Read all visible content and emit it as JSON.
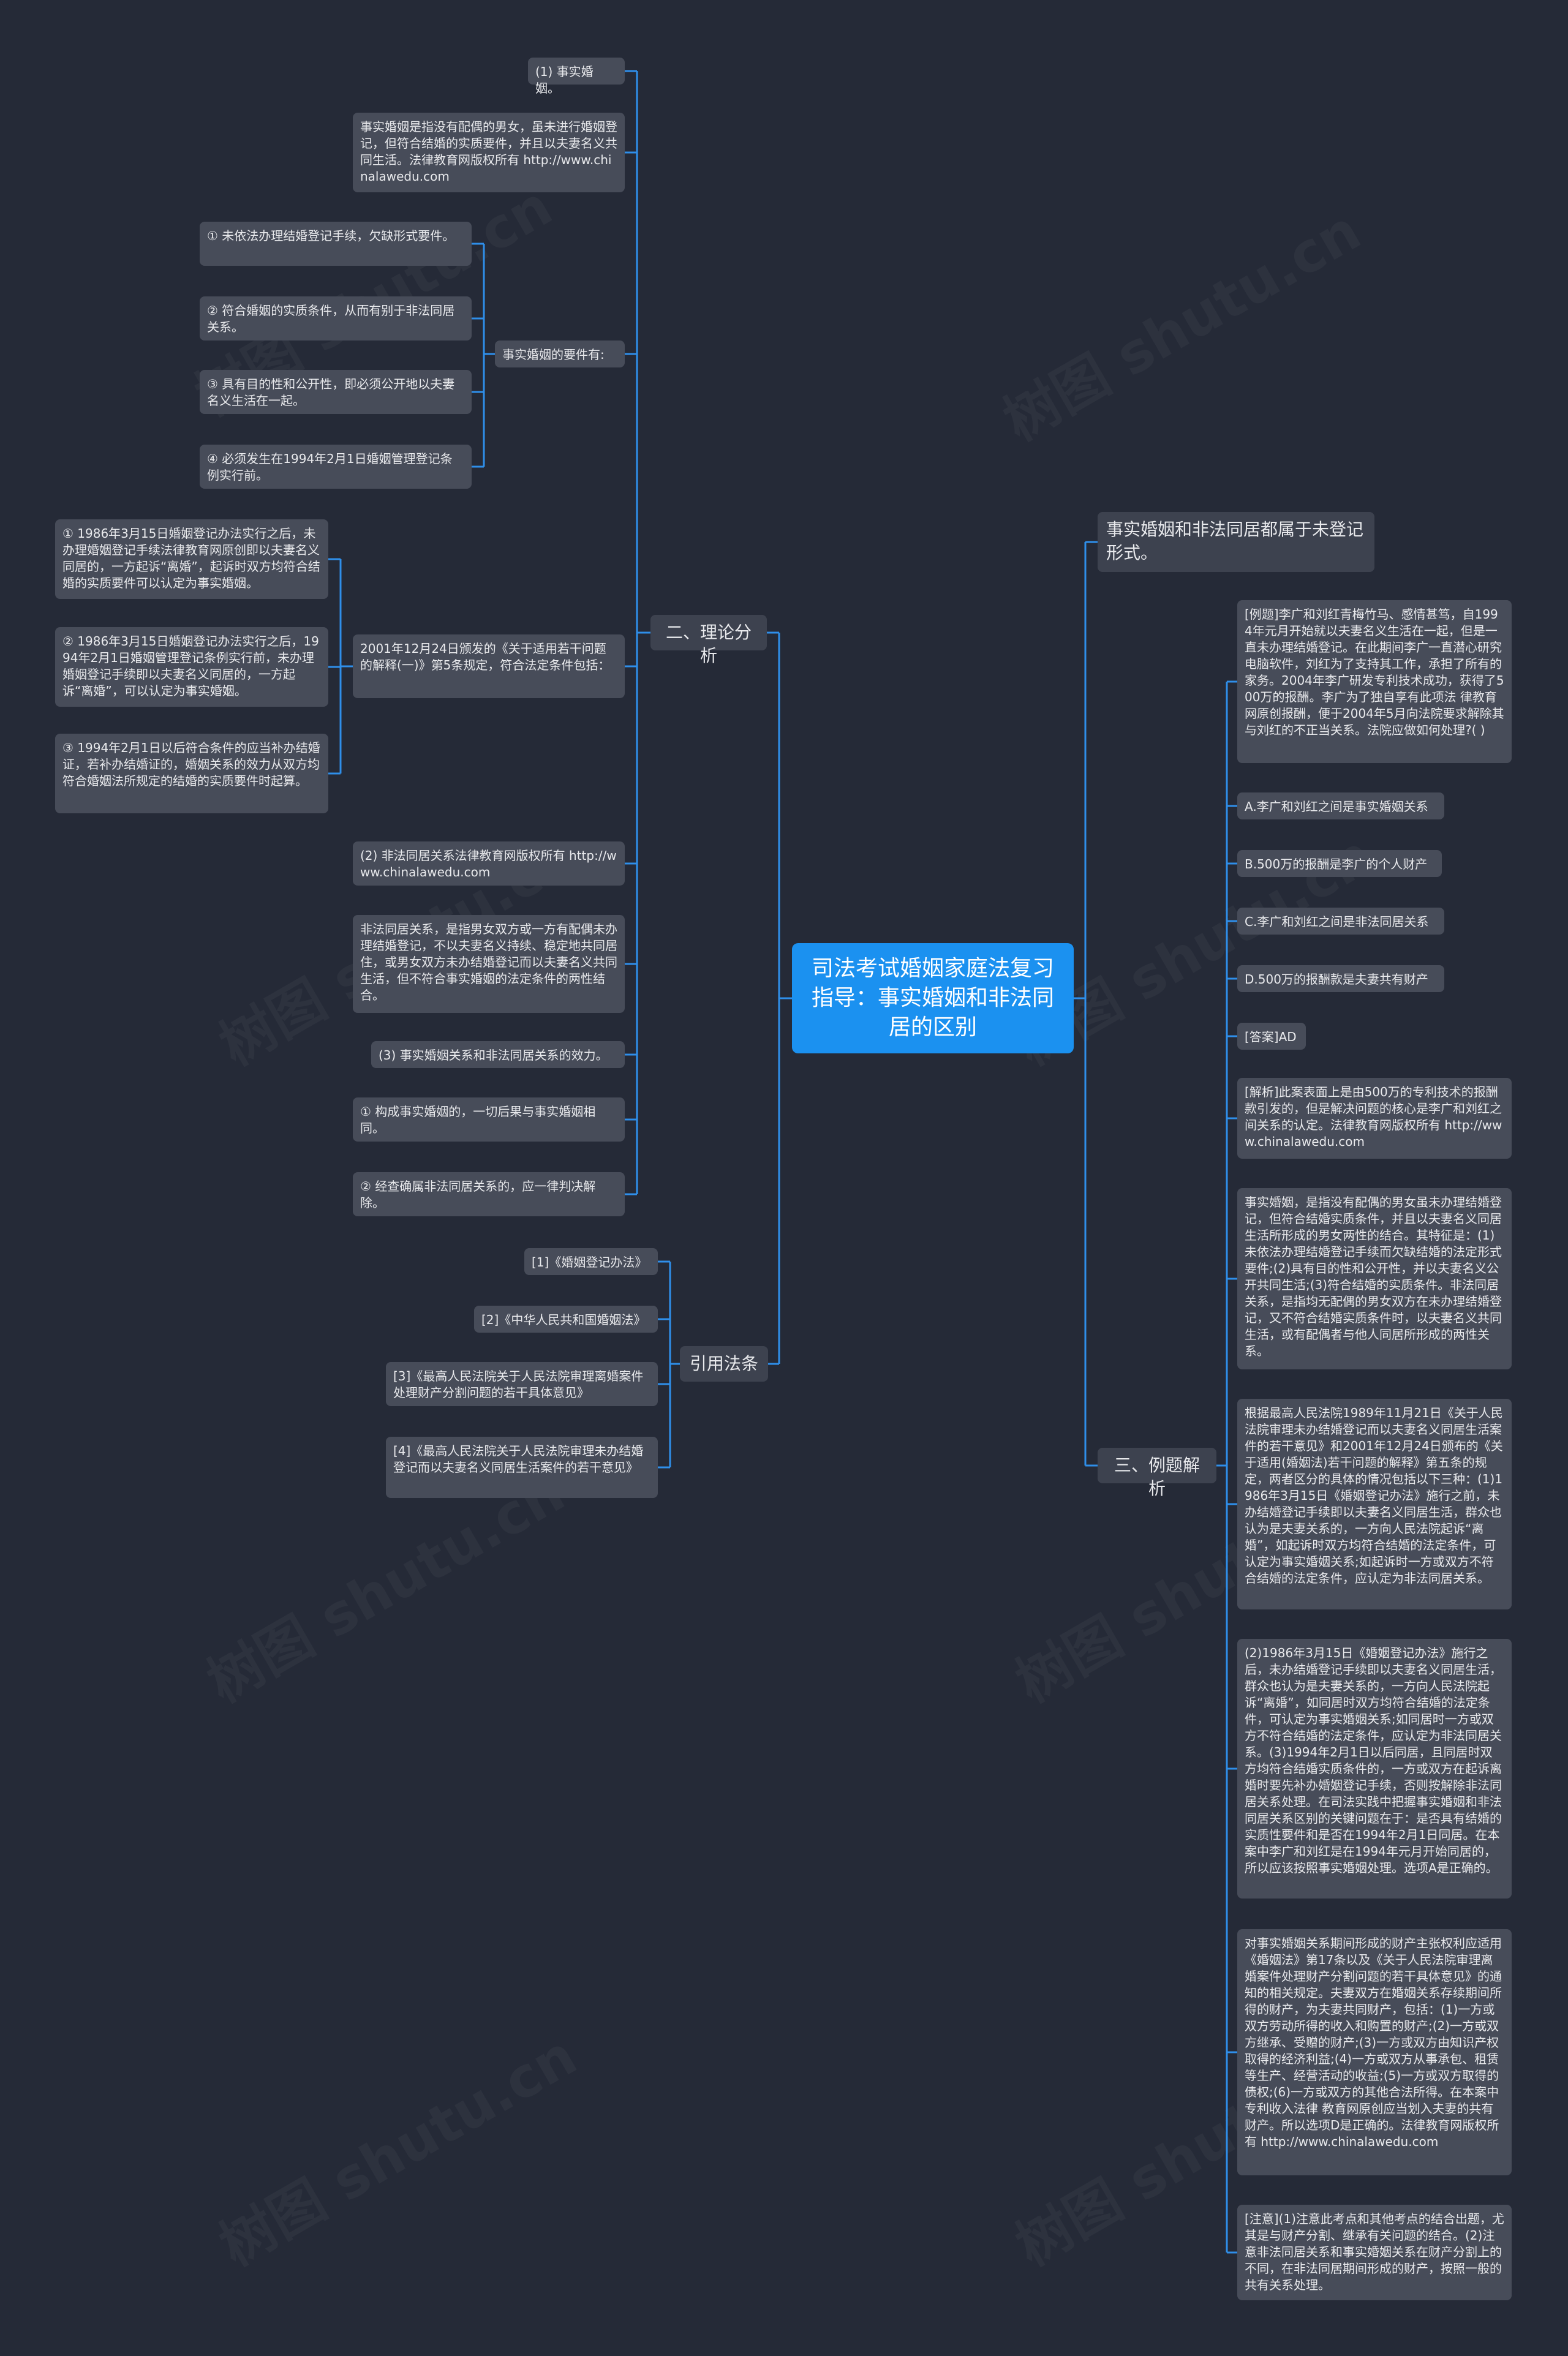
{
  "root": {
    "title": "司法考试婚姻家庭法复习指导：事实婚姻和非法同居的区别"
  },
  "branches": {
    "theory": {
      "label": "二、理论分析",
      "items": {
        "s1": "(1) 事实婚姻。",
        "s1_def": "事实婚姻是指没有配偶的男女，虽未进行婚姻登记，但符合结婚的实质要件，并且以夫妻名义共同生活。法律教育网版权所有 http://www.chinalawedu.com",
        "req_label": "事实婚姻的要件有:",
        "req1": "① 未依法办理结婚登记手续，欠缺形式要件。",
        "req2": "② 符合婚姻的实质条件，从而有别于非法同居关系。",
        "req3": "③ 具有目的性和公开性，即必须公开地以夫妻名义生活在一起。",
        "req4": "④ 必须发生在1994年2月1日婚姻管理登记条例实行前。",
        "interp_label": "2001年12月24日颁发的《关于适用若干问题的解释(一)》第5条规定，符合法定条件包括：",
        "interp1": "① 1986年3月15日婚姻登记办法实行之后，未办理婚姻登记手续法律教育网原创即以夫妻名义同居的，一方起诉“离婚”，起诉时双方均符合结婚的实质要件可以认定为事实婚姻。",
        "interp2": "② 1986年3月15日婚姻登记办法实行之后，1994年2月1日婚姻管理登记条例实行前，未办理婚姻登记手续即以夫妻名义同居的，一方起诉“离婚”，可以认定为事实婚姻。",
        "interp3": "③ 1994年2月1日以后符合条件的应当补办结婚证，若补办结婚证的，婚姻关系的效力从双方均符合婚姻法所规定的结婚的实质要件时起算。",
        "s2": "(2) 非法同居关系法律教育网版权所有 http://www.chinalawedu.com",
        "s2_def": "非法同居关系，是指男女双方或一方有配偶未办理结婚登记，不以夫妻名义持续、稳定地共同居住，或男女双方未办结婚登记而以夫妻名义共同生活，但不符合事实婚姻的法定条件的两性结合。",
        "s3": "(3) 事实婚姻关系和非法同居关系的效力。",
        "eff1": "① 构成事实婚姻的，一切后果与事实婚姻相同。",
        "eff2": "② 经查确属非法同居关系的，应一律判决解除。"
      }
    },
    "law": {
      "label": "引用法条",
      "items": {
        "l1": "[1]《婚姻登记办法》",
        "l2": "[2]《中华人民共和国婚姻法》",
        "l3": "[3]《最高人民法院关于人民法院审理离婚案件处理财产分割问题的若干具体意见》",
        "l4": "[4]《最高人民法院关于人民法院审理未办结婚登记而以夫妻名义同居生活案件的若干意见》"
      }
    },
    "first": {
      "label": "事实婚姻和非法同居都属于未登记形式。"
    },
    "case": {
      "label": "三、例题解析",
      "items": {
        "c1": "[例题]李广和刘红青梅竹马、感情甚笃，自1994年元月开始就以夫妻名义生活在一起，但是一直未办理结婚登记。在此期间李广一直潜心研究电脑软件，刘红为了支持其工作，承担了所有的家务。2004年李广研发专利技术成功，获得了500万的报酬。李广为了独自享有此项法 律教育网原创报酬，便于2004年5月向法院要求解除其与刘红的不正当关系。法院应做如何处理?( )",
        "c2": "A.李广和刘红之间是事实婚姻关系",
        "c3": "B.500万的报酬是李广的个人财产",
        "c4": "C.李广和刘红之间是非法同居关系",
        "c5": "D.500万的报酬款是夫妻共有财产",
        "c6": "[答案]AD",
        "c7": "[解析]此案表面上是由500万的专利技术的报酬款引发的，但是解决问题的核心是李广和刘红之间关系的认定。法律教育网版权所有 http://www.chinalawedu.com",
        "c8": "事实婚姻，是指没有配偶的男女虽未办理结婚登记，但符合结婚实质条件，并且以夫妻名义同居生活所形成的男女两性的结合。其特征是：(1)未依法办理结婚登记手续而欠缺结婚的法定形式要件;(2)具有目的性和公开性，并以夫妻名义公开共同生活;(3)符合结婚的实质条件。非法同居关系，是指均无配偶的男女双方在未办理结婚登记，又不符合结婚实质条件时，以夫妻名义共同生活，或有配偶者与他人同居所形成的两性关系。",
        "c9": "根据最高人民法院1989年11月21日《关于人民法院审理未办结婚登记而以夫妻名义同居生活案件的若干意见》和2001年12月24日颁布的《关于适用(婚姻法)若干问题的解释》第五条的规定，两者区分的具体的情况包括以下三种：(1)1986年3月15日《婚姻登记办法》施行之前，未办结婚登记手续即以夫妻名义同居生活，群众也认为是夫妻关系的，一方向人民法院起诉“离婚”，如起诉时双方均符合结婚的法定条件，可认定为事实婚姻关系;如起诉时一方或双方不符合结婚的法定条件，应认定为非法同居关系。",
        "c10": "(2)1986年3月15日《婚姻登记办法》施行之后，未办结婚登记手续即以夫妻名义同居生活，群众也认为是夫妻关系的，一方向人民法院起诉“离婚”，如同居时双方均符合结婚的法定条件，可认定为事实婚姻关系;如同居时一方或双方不符合结婚的法定条件，应认定为非法同居关系。(3)1994年2月1日以后同居，且同居时双方均符合结婚实质条件的，一方或双方在起诉离婚时要先补办婚姻登记手续，否则按解除非法同居关系处理。在司法实践中把握事实婚姻和非法同居关系区别的关键问题在于：是否具有结婚的实质性要件和是否在1994年2月1日同居。在本案中李广和刘红是在1994年元月开始同居的，所以应该按照事实婚姻处理。选项A是正确的。",
        "c11": "对事实婚姻关系期间形成的财产主张权利应适用《婚姻法》第17条以及《关于人民法院审理离婚案件处理财产分割问题的若干具体意见》的通知的相关规定。夫妻双方在婚姻关系存续期间所得的财产，为夫妻共同财产，包括：(1)一方或双方劳动所得的收入和购置的财产;(2)一方或双方继承、受赠的财产;(3)一方或双方由知识产权取得的经济利益;(4)一方或双方从事承包、租赁等生产、经营活动的收益;(5)一方或双方取得的债权;(6)一方或双方的其他合法所得。在本案中专利收入法律 教育网原创应当划入夫妻的共有财产。所以选项D是正确的。法律教育网版权所有 http://www.chinalawedu.com",
        "c12": "[注意](1)注意此考点和其他考点的结合出题，尤其是与财产分割、继承有关问题的结合。(2)注意非法同居关系和事实婚姻关系在财产分割上的不同，在非法同居期间形成的财产，按照一般的共有关系处理。"
      }
    }
  },
  "colors": {
    "background": "#252a37",
    "node": "#474c59",
    "branch": "#3d424f",
    "root": "#1b91f0",
    "edge": "#2f8fea"
  }
}
